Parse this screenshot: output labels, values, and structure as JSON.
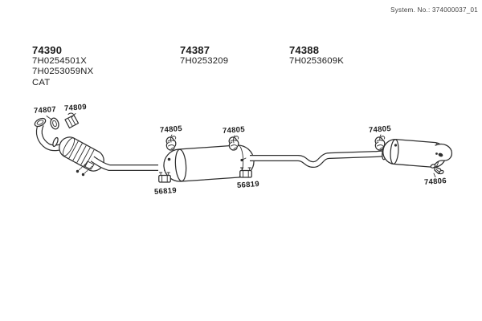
{
  "header": {
    "system_no": "System. No.: 374000037_01"
  },
  "assemblies": [
    {
      "number": "74390",
      "codes": [
        "7H0254501X",
        "7H0253059NX",
        "CAT"
      ]
    },
    {
      "number": "74387",
      "codes": [
        "7H0253209"
      ]
    },
    {
      "number": "74388",
      "codes": [
        "7H0253609K"
      ]
    }
  ],
  "callouts": {
    "front_gasket": "74807",
    "front_clamp": "74809",
    "mid_hanger_left": "74805",
    "mid_hanger_right": "74805",
    "rear_hanger": "74805",
    "mid_clamp_left": "56819",
    "mid_clamp_right": "56819",
    "tail_hanger": "74806"
  },
  "diagram_parts": [
    "front-downpipe-with-catalytic-converter",
    "center-muffler",
    "intermediate-pipe",
    "rear-muffler-with-tail-flange"
  ],
  "colors": {
    "background": "#ffffff",
    "line": "#2e2e2e",
    "text": "#1b1b1b",
    "muted": "#3d3d3d"
  }
}
